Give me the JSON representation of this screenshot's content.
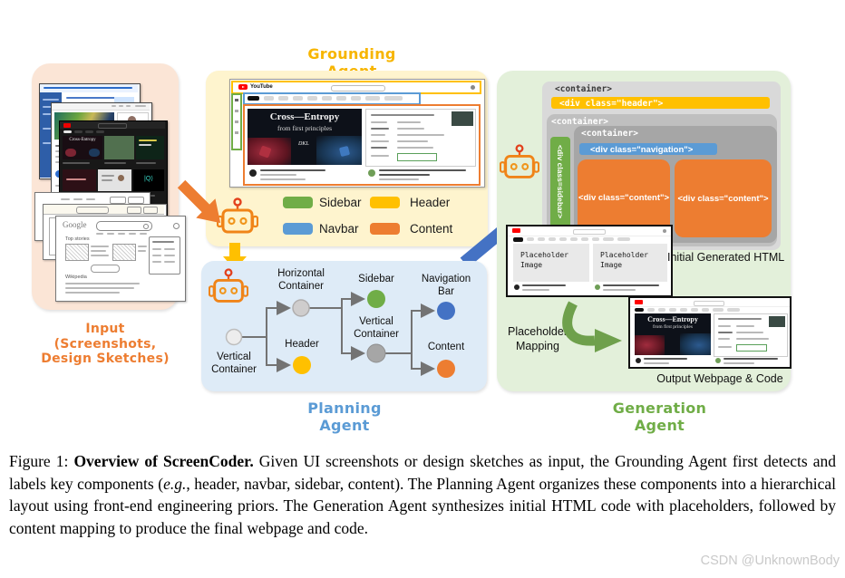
{
  "figure": {
    "input_panel": {
      "label": "Input\n(Screenshots,\nDesign Sketches)",
      "label_color": "#ED7D31",
      "sketch": {
        "brand": "Google",
        "section1": "Top stories",
        "section2": "Wikipedia"
      },
      "screenshot_video_title": "Cross-Entropy"
    },
    "grounding_agent": {
      "title": "Grounding Agent",
      "title_color": "#F7B500",
      "legend": [
        {
          "label": "Sidebar",
          "color": "#70AD47"
        },
        {
          "label": "Header",
          "color": "#FFC000"
        },
        {
          "label": "Navbar",
          "color": "#5B9BD5"
        },
        {
          "label": "Content",
          "color": "#ED7D31"
        }
      ],
      "browser": {
        "brand": "YouTube",
        "video_title": "Cross—Entropy",
        "video_subtitle": "from first principles",
        "annotation": "DKL"
      }
    },
    "planning_agent": {
      "title": "Planning Agent",
      "title_color": "#5B9BD5",
      "nodes": [
        {
          "label": "Vertical\nContainer"
        },
        {
          "label": "Horizontal\nContainer"
        },
        {
          "label": "Header"
        },
        {
          "label": "Sidebar"
        },
        {
          "label": "Vertical\nContainer"
        },
        {
          "label": "Navigation\nBar"
        },
        {
          "label": "Content"
        }
      ]
    },
    "generation_agent": {
      "title": "Generation Agent",
      "title_color": "#70AD47",
      "code": {
        "container": "<container>",
        "header": "<div class=\"header\">",
        "navigation": "<div class=\"navigation\">",
        "sidebar": "<div class=sidebar>",
        "content": "<div class=\"content\">"
      },
      "placeholder_text": "Placeholder\nImage",
      "initial_label": "Initial Generated HTML",
      "mapping_label": "Placeholder\nMapping",
      "output_label": "Output Webpage & Code",
      "output_video_title": "Cross—Entropy",
      "output_video_subtitle": "from first principles"
    }
  },
  "caption": {
    "prefix": "Figure 1: ",
    "bold": "Overview of ScreenCoder.",
    "body1": " Given UI screenshots or design sketches as input, the Grounding Agent first detects and labels key components (",
    "italic": "e.g.",
    "body2": ", header, navbar, sidebar, content). The Planning Agent organizes these components into a hierarchical layout using front-end engineering priors. The Generation Agent synthesizes initial HTML code with placeholders, followed by content mapping to produce the final webpage and code."
  },
  "page": {
    "watermark": "CSDN @UnknownBody"
  }
}
